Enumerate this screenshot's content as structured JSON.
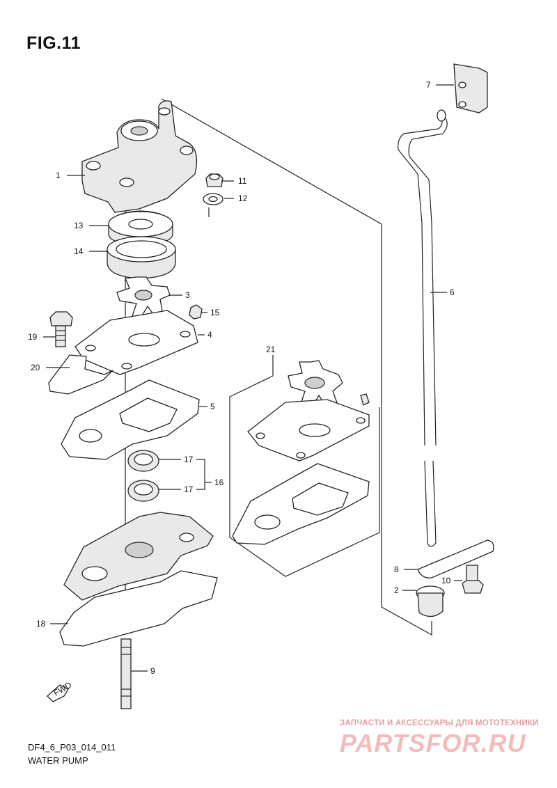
{
  "figure": {
    "title": "FIG.11",
    "code": "DF4_6_P03_014_011",
    "subtitle": "WATER PUMP"
  },
  "callouts": [
    "1",
    "11",
    "12",
    "13",
    "14",
    "3",
    "15",
    "19",
    "4",
    "20",
    "5",
    "17",
    "17",
    "16",
    "18",
    "9",
    "7",
    "6",
    "21",
    "8",
    "10",
    "2"
  ],
  "fwd_label": "FWD",
  "watermark": {
    "line1": "ЗАПЧАСТИ И АКСЕССУАРЫ ДЛЯ МОТОТЕХНИКИ",
    "line2": "PARTSFOR.RU"
  }
}
